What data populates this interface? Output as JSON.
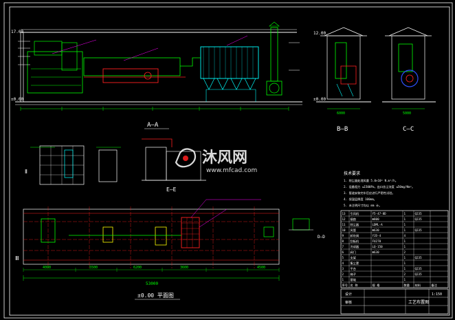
{
  "colors": {
    "background": "#000000",
    "frame": "#ffffff",
    "green": "#00ff00",
    "cyan": "#00ffff",
    "red": "#ff2020",
    "magenta": "#ff00ff",
    "yellow": "#ffff00",
    "blue": "#3050ff",
    "watermark": "#ffffff"
  },
  "elevations": {
    "top_left": "17.00",
    "left_lower": "±0.00",
    "bb_top": "12.00",
    "bb_mid": "±0.00",
    "bottom": "±0.00 平面图"
  },
  "views": {
    "a_a": "A—A",
    "b_b": "B—B",
    "c_c": "C—C",
    "e_e": "E—E",
    "d_d": "D—D",
    "left_detail": "Ⅱ",
    "left_detail2": "Ⅲ"
  },
  "dimensions": {
    "overall_length": "53000",
    "seg1": "4000",
    "seg2": "5500",
    "seg3": "6200",
    "seg4": "3600",
    "seg5": "4500",
    "bb_width": "6000",
    "cc_width": "5000"
  },
  "watermark": {
    "brand": "沐风网",
    "url": "www.mfcad.com"
  },
  "notes": {
    "heading": "技术要求",
    "lines": [
      "1. 除尘器处理风量 5.0×10⁴ N.m³/h。",
      "2. 设备阻力 ≤1500Pa，出口含尘浓度 ≤50mg/Nm³。",
      "3. 管道安装完毕后应进行严密性试验。",
      "4. 保温层厚度 100mm。",
      "5. 未注明尺寸均以 mm 计。"
    ]
  },
  "parts_table": {
    "headers": [
      "序号",
      "名 称",
      "规 格",
      "数量",
      "材料",
      "备注"
    ],
    "rows": [
      [
        "13",
        "引风机",
        "Y5-47-8D",
        "1",
        "Q235",
        ""
      ],
      [
        "12",
        "烟囱",
        "Φ800",
        "1",
        "Q235",
        ""
      ],
      [
        "11",
        "除尘器",
        "LDML-A",
        "1",
        "",
        ""
      ],
      [
        "10",
        "风管",
        "Φ630",
        "1",
        "Q235",
        ""
      ],
      [
        "9",
        "卸灰阀",
        "YJD-4",
        "4",
        "",
        ""
      ],
      [
        "8",
        "刮板机",
        "FU270",
        "1",
        "",
        ""
      ],
      [
        "7",
        "冷却器",
        "LQ-150",
        "1",
        "",
        ""
      ],
      [
        "6",
        "阀门",
        "Φ630",
        "2",
        "",
        ""
      ],
      [
        "5",
        "支架",
        "",
        "1",
        "Q235",
        ""
      ],
      [
        "4",
        "集尘罩",
        "",
        "1",
        "",
        ""
      ],
      [
        "3",
        "平台",
        "",
        "1",
        "Q235",
        ""
      ],
      [
        "2",
        "梯子",
        "",
        "2",
        "Q235",
        ""
      ],
      [
        "1",
        "基础",
        "",
        "1",
        "",
        ""
      ]
    ]
  },
  "title_block": {
    "title": "工艺布置图",
    "scale": "1:150",
    "drawn_label": "设计",
    "check_label": "审核"
  }
}
